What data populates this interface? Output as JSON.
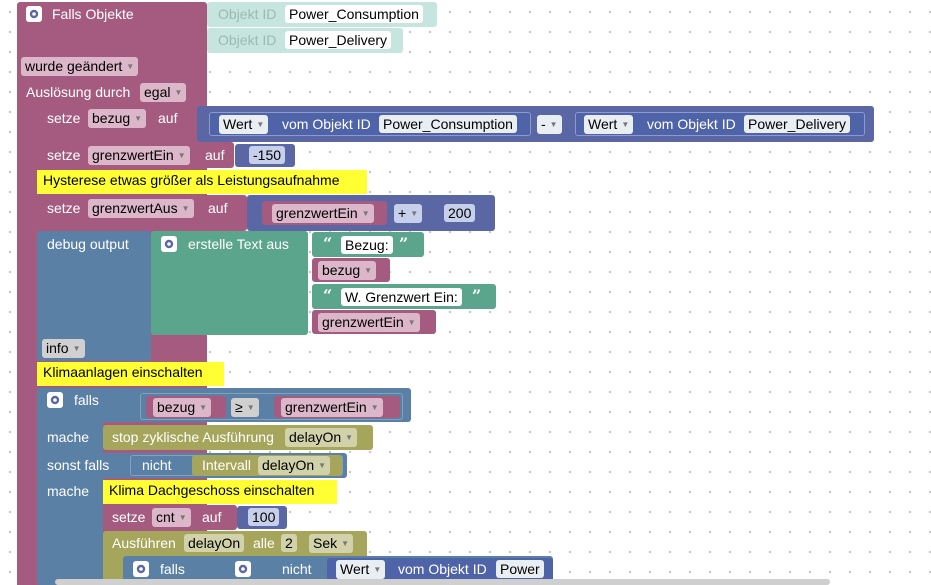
{
  "event": {
    "title": "Falls Objekte",
    "obj_id_label": "Objekt ID",
    "obj1": "Power_Consumption",
    "obj2": "Power_Delivery",
    "changed": "wurde geändert",
    "trigger_label": "Auslösung durch",
    "trigger_value": "egal"
  },
  "set1": {
    "setze": "setze",
    "var": "bezug",
    "auf": "auf",
    "wert": "Wert",
    "vom": "vom Objekt ID",
    "obj_a": "Power_Consumption",
    "op": "-",
    "wert2": "Wert",
    "vom2": "vom Objekt ID",
    "obj_b": "Power_Delivery"
  },
  "set2": {
    "setze": "setze",
    "var": "grenzwertEin",
    "auf": "auf",
    "value": "-150"
  },
  "comment1": "Hysterese etwas größer als Leistungsaufnahme",
  "set3": {
    "setze": "setze",
    "var": "grenzwertAus",
    "auf": "auf",
    "operand": "grenzwertEin",
    "op": "+",
    "value": "200"
  },
  "debug": {
    "label": "debug output",
    "create_text": "erstelle Text aus",
    "text1": "Bezug:",
    "var1": "bezug",
    "text2": "W. Grenzwert Ein:",
    "var2": "grenzwertEin",
    "level": "info",
    "open_quote": "“",
    "close_quote": "”"
  },
  "comment2": "Klimaanlagen einschalten",
  "if_block": {
    "falls": "falls",
    "left": "bezug",
    "op": "≥",
    "right": "grenzwertEin",
    "mache1": "mache",
    "stop_text": "stop zyklische Ausführung",
    "stop_var": "delayOn",
    "sonst": "sonst falls",
    "nicht": "nicht",
    "intervall": "Intervall",
    "intervall_var": "delayOn",
    "mache2": "mache"
  },
  "comment3": "Klima Dachgeschoss einschalten",
  "set4": {
    "setze": "setze",
    "var": "cnt",
    "auf": "auf",
    "value": "100"
  },
  "exec": {
    "label": "Ausführen",
    "var": "delayOn",
    "alle": "alle",
    "n": "2",
    "unit": "Sek"
  },
  "inner_if": {
    "falls": "falls",
    "nicht": "nicht",
    "wert": "Wert",
    "vom": "vom Objekt ID",
    "obj": "Power"
  },
  "icons": [
    "gear-icon",
    "dropdown-arrow-icon",
    "quote-icon"
  ],
  "colors": {
    "event": "#a55b80",
    "math": "#5b67a5",
    "logic": "#5b80a5",
    "text": "#5ba58c",
    "timer": "#a5a55b",
    "comment": "#ffff33"
  }
}
